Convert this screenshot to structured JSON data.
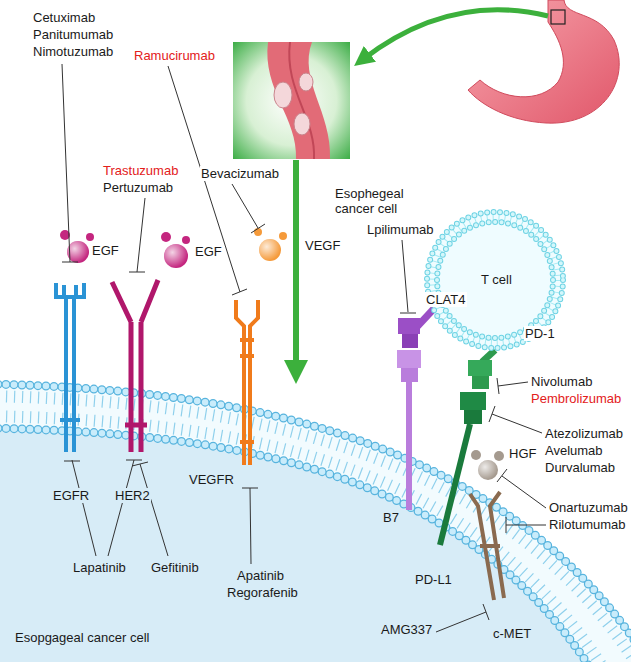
{
  "diagram": {
    "nodes": [
      {
        "text": [
          "T cell"
        ]
      }
    ],
    "labels": [
      "Cetuximab",
      "Panitumumab",
      "Nimotuzumab",
      "Ramucirumab",
      "Trastuzumab",
      "Pertuzumab",
      "Bevacizumab",
      "EGF",
      "EGF",
      "Esophegeal cancer cell",
      "VEGF",
      "Lpilimumab",
      "CLAT4",
      "PD-1",
      "Nivolumab",
      "Pembrolizumab",
      "Atezolizumab",
      "Avelumab",
      "Durvalumab",
      "HGF",
      "Onartuzumab",
      "Rilotumumab",
      "B7",
      "EGFR",
      "HER2",
      "VEGFR",
      "Lapatinib",
      "Gefitinib",
      "Apatinib",
      "Regorafenib",
      "PD-L1",
      "AMG337",
      "c-MET",
      "Esopgageal cancer cell"
    ]
  }
}
